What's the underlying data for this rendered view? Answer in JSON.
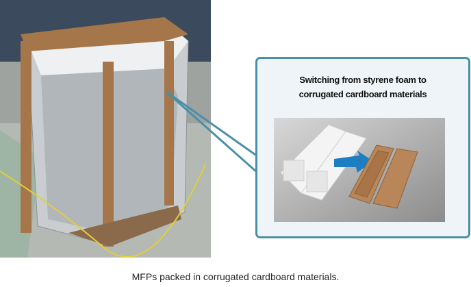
{
  "callout": {
    "title_line1": "Switching from styrene foam to",
    "title_line2": "corrugated cardboard materials"
  },
  "caption": "MFPs packed in corrugated cardboard materials.",
  "colors": {
    "callout_border": "#4a8fa8",
    "callout_bg": "#eef4f7",
    "cardboard": "#b9865a",
    "arrow": "#1d7fc1"
  }
}
